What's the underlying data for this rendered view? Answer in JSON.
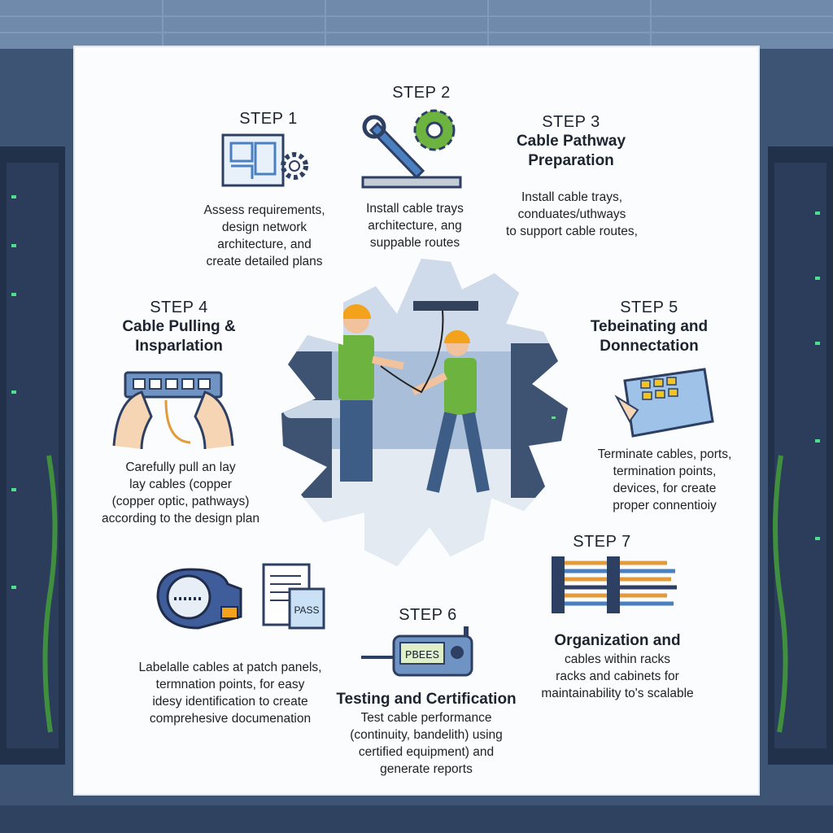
{
  "colors": {
    "frame": "#3b5170",
    "panel": "#fbfcfd",
    "accent_green": "#6db33f",
    "navy": "#2d3f63"
  },
  "steps": [
    {
      "label": "STEP 1",
      "title": [],
      "desc": [
        "Assess requirements,",
        "design network",
        "architecture, and",
        "create detailed plans"
      ],
      "icon": "blueprint-gear-icon"
    },
    {
      "label": "STEP 2",
      "title": [],
      "desc": [
        "Install cable trays",
        "architecture, ang",
        "suppable routes"
      ],
      "icon": "wrench-gear-icon"
    },
    {
      "label": "STEP 3",
      "title": [
        "Cable Pathway",
        "Preparation"
      ],
      "desc": [
        "Install cable trays,",
        "conduates/uthways",
        "to support cable routes,"
      ],
      "icon": ""
    },
    {
      "label": "STEP 4",
      "title": [
        "Cable Pulling &",
        "Insparlation"
      ],
      "desc": [
        "Carefully pull an lay",
        "lay cables (copper",
        "(copper optic, pathways)",
        "according to the design plan"
      ],
      "icon": "hands-patch-panel-icon"
    },
    {
      "label": "STEP 5",
      "title": [
        "Tebeinating and",
        "Donnectation"
      ],
      "desc": [
        "Terminate cables, ports,",
        "termination points,",
        "devices, for create",
        "proper connentioiy"
      ],
      "icon": "circuit-board-icon"
    },
    {
      "label": "STEP 6",
      "title": [
        "Testing and Certification"
      ],
      "desc": [
        "Test cable performance",
        "(continuity, bandelith) using",
        "certified equipment) and",
        "generate reports"
      ],
      "icon": "cable-tester-icon"
    },
    {
      "label": "STEP 7",
      "title": [
        "Organization and"
      ],
      "desc": [
        "cables within racks",
        "racks and cabinets for",
        "maintainability to's scalable"
      ],
      "icon": "cable-bundle-icon"
    },
    {
      "label": "",
      "title": [],
      "desc": [
        "Labelalle cables at patch panels,",
        "termnation points, for easy",
        "idesy identification to create",
        "comprehesive documenation"
      ],
      "icon": "label-printer-icon"
    }
  ],
  "tester_display": "PBEES",
  "pass_doc": "PASS"
}
